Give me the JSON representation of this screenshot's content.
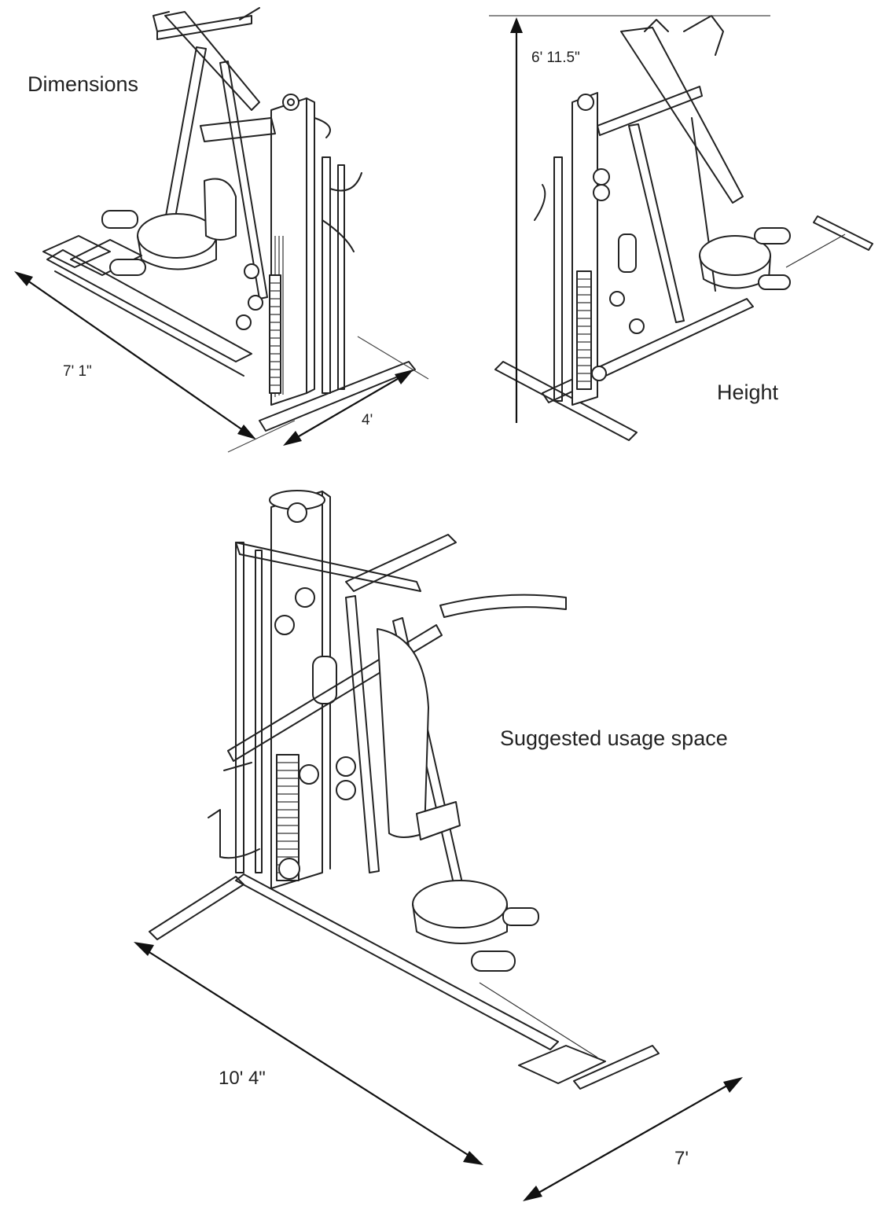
{
  "views": {
    "dimensions": {
      "title": "Dimensions",
      "length_label": "7' 1\"",
      "width_label": "4'"
    },
    "height": {
      "title": "Height",
      "height_label": "6' 11.5\""
    },
    "usage_space": {
      "title": "Suggested usage space",
      "length_label": "10' 4\"",
      "width_label": "7'"
    }
  }
}
